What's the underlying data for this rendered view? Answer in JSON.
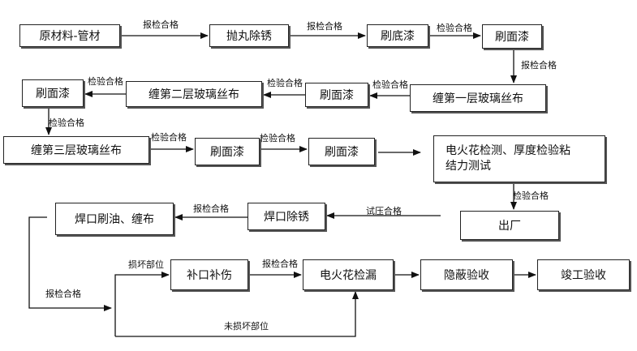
{
  "nodes": [
    {
      "id": "raw_pipe",
      "label": "原材料-管材"
    },
    {
      "id": "shot_blast",
      "label": "抛丸除锈"
    },
    {
      "id": "primer",
      "label": "刷底漆"
    },
    {
      "id": "topcoat_1",
      "label": "刷面漆"
    },
    {
      "id": "wrap_glass_1",
      "label": "缠第一层玻璃丝布"
    },
    {
      "id": "topcoat_2",
      "label": "刷面漆"
    },
    {
      "id": "wrap_glass_2",
      "label": "缠第二层玻璃丝布"
    },
    {
      "id": "topcoat_3",
      "label": "刷面漆"
    },
    {
      "id": "wrap_glass_3",
      "label": "缠第三层玻璃丝布"
    },
    {
      "id": "topcoat_4",
      "label": "刷面漆"
    },
    {
      "id": "topcoat_5",
      "label": "刷面漆"
    },
    {
      "id": "inspection",
      "label": "电火花检测、厚度检验粘结力测试"
    },
    {
      "id": "factory_out",
      "label": "出厂"
    },
    {
      "id": "weld_derust",
      "label": "焊口除锈"
    },
    {
      "id": "weld_oil_wrap",
      "label": "焊口刷油、缠布"
    },
    {
      "id": "patch_repair",
      "label": "补口补伤"
    },
    {
      "id": "spark_leak",
      "label": "电火花检漏"
    },
    {
      "id": "concealed_accept",
      "label": "隐蔽验收"
    },
    {
      "id": "final_accept",
      "label": "竣工验收"
    }
  ],
  "edges": [
    {
      "id": "e1",
      "from": "raw_pipe",
      "to": "shot_blast",
      "label": "报检合格"
    },
    {
      "id": "e2",
      "from": "shot_blast",
      "to": "primer",
      "label": "报检合格"
    },
    {
      "id": "e3",
      "from": "primer",
      "to": "topcoat_1",
      "label": "检验合格"
    },
    {
      "id": "e4",
      "from": "topcoat_1",
      "to": "wrap_glass_1",
      "label": "报检合格"
    },
    {
      "id": "e5",
      "from": "wrap_glass_1",
      "to": "topcoat_2",
      "label": "检验合格"
    },
    {
      "id": "e6",
      "from": "topcoat_2",
      "to": "wrap_glass_2",
      "label": "检验合格"
    },
    {
      "id": "e7",
      "from": "wrap_glass_2",
      "to": "topcoat_3",
      "label": "检验合格"
    },
    {
      "id": "e8",
      "from": "topcoat_3",
      "to": "wrap_glass_3",
      "label": "检验合格"
    },
    {
      "id": "e9",
      "from": "wrap_glass_3",
      "to": "topcoat_4",
      "label": "检验合格"
    },
    {
      "id": "e10",
      "from": "topcoat_4",
      "to": "topcoat_5",
      "label": "检验合格"
    },
    {
      "id": "e11",
      "from": "topcoat_5",
      "to": "inspection",
      "label": ""
    },
    {
      "id": "e12",
      "from": "inspection",
      "to": "factory_out",
      "label": "检验合格"
    },
    {
      "id": "e13",
      "from": "factory_out",
      "to": "weld_derust",
      "label": "试压合格"
    },
    {
      "id": "e14",
      "from": "weld_derust",
      "to": "weld_oil_wrap",
      "label": "报检合格"
    },
    {
      "id": "e15",
      "from": "weld_oil_wrap",
      "to": "branch",
      "label": "报检合格"
    },
    {
      "id": "e16",
      "from": "branch",
      "to": "patch_repair",
      "label": "损坏部位"
    },
    {
      "id": "e17",
      "from": "branch",
      "to": "spark_leak",
      "label": "未损坏部位"
    },
    {
      "id": "e18",
      "from": "patch_repair",
      "to": "spark_leak",
      "label": "报检合格"
    },
    {
      "id": "e19",
      "from": "spark_leak",
      "to": "concealed_accept",
      "label": ""
    },
    {
      "id": "e20",
      "from": "concealed_accept",
      "to": "final_accept",
      "label": ""
    }
  ]
}
